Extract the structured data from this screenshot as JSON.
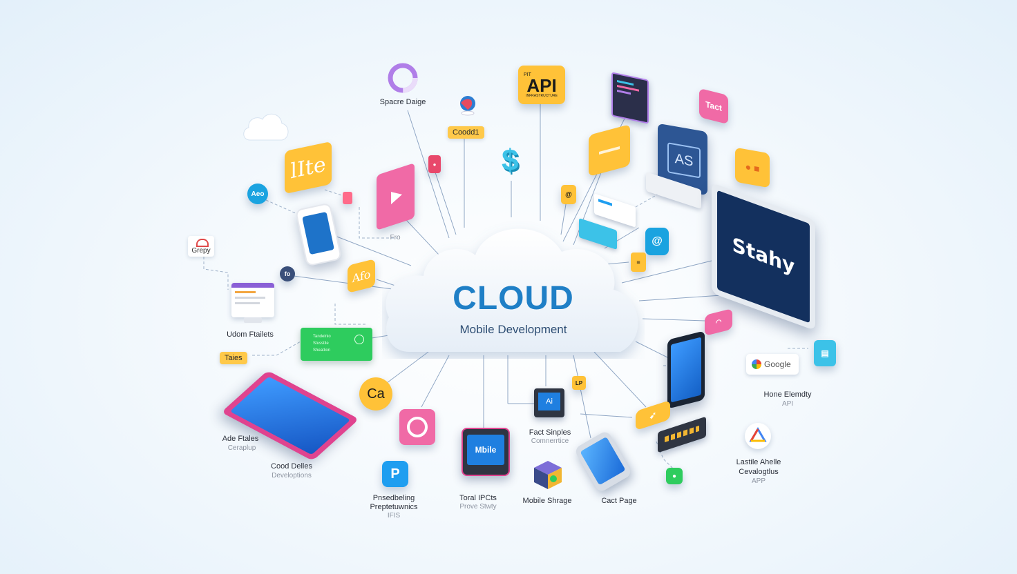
{
  "center": {
    "title": "CLOUD",
    "subtitle": "Mobile Development"
  },
  "labels": {
    "space_design": "Spacre Daige",
    "api_tile": "API",
    "api_tile_top": "PIT",
    "api_tile_bottom": "INFRASTRUCTURE",
    "code_chip": "Coodd1",
    "lite_tile": "lIte",
    "grepy_chip": "Grepy",
    "ae_tile": "Aeo",
    "afo_tile": "Afo",
    "fifo_chip": "Fro",
    "udom_tablets": "Udom Ftailets",
    "tales_chip": "Taies",
    "as_tile": "AS",
    "stahy_screen": "Stahy",
    "google_chip": "Google",
    "hone_elemity": "Hone Elemdty",
    "hone_sub": "API",
    "ca_badge": "Ca",
    "aae_tales": "Ade Ftales",
    "aae_sub": "Ceraplup",
    "cood_delies": "Cood Delles",
    "cood_sub": "Developtions",
    "p_badge": "P",
    "pre_label": "Pnsedbeling",
    "pre_label2": "Preptetuwnics",
    "pre_sub": "IFIS",
    "mobile_screen": "Mbile",
    "total_label": "Toral IPCts",
    "total_sub": "Prove Stwty",
    "mobile_sharage": "Mobile Shrage",
    "fact_sinples": "Fact Sinples",
    "fact_sub": "Comnerrtice",
    "cast_page": "Cact Page",
    "lastide": "Lastile Ahelle",
    "lastide2": "Cevalogtlus",
    "lastide_sub": "APP",
    "ai_tile": "Ai",
    "tact_tile": "Tact",
    "green_tile_lines": [
      "Tandeinio",
      "Stusstile",
      "Sheatlion"
    ]
  },
  "colors": {
    "brand_blue": "#1f7fc6",
    "yellow": "#ffc238",
    "pink": "#f06aa6",
    "green": "#2ecc5e",
    "navy": "#1e3a6e",
    "cyan": "#3cc2e8"
  }
}
